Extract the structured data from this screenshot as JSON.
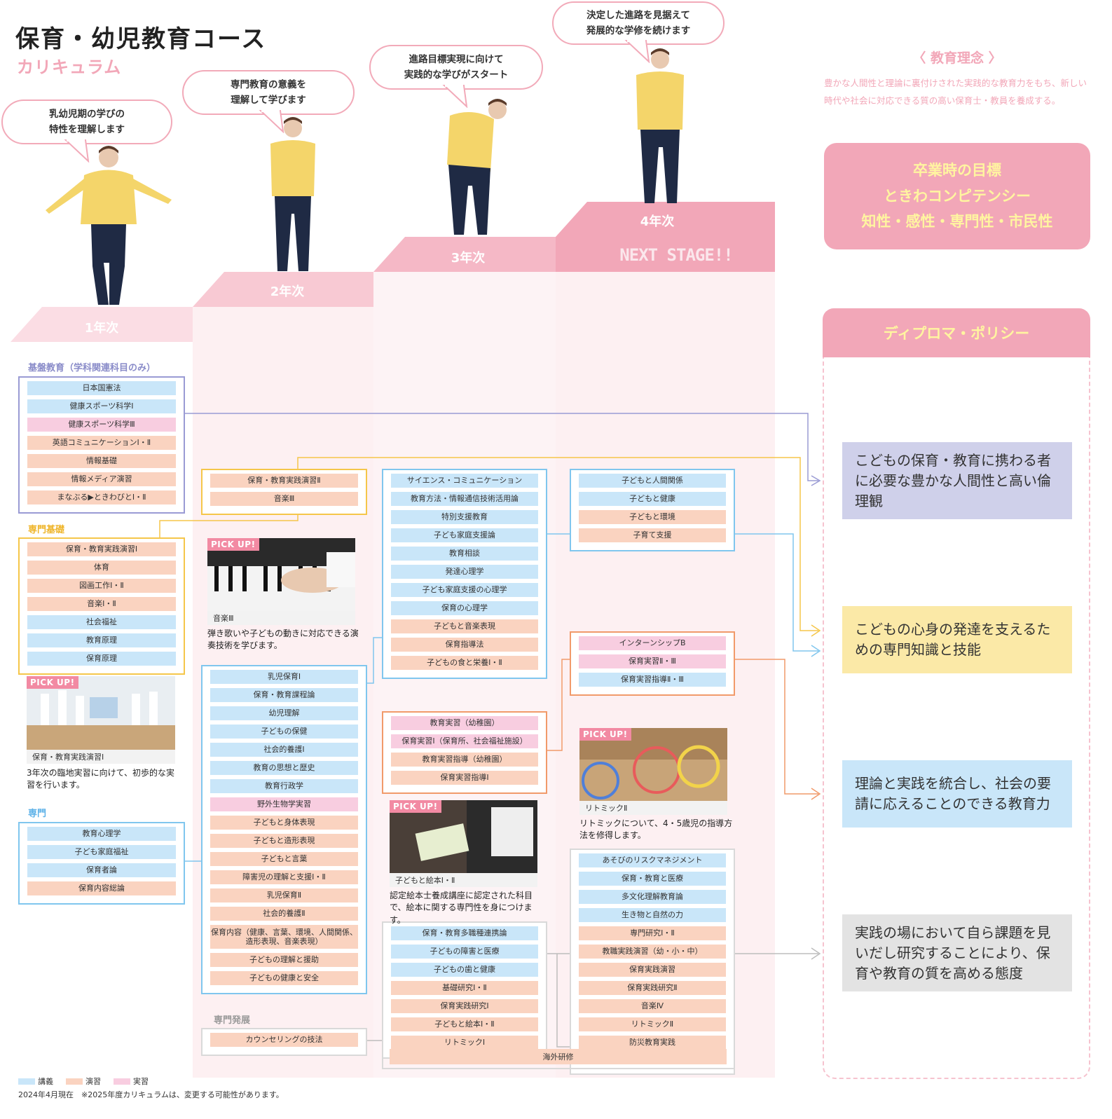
{
  "header": {
    "title": "保育・幼児教育コース",
    "subtitle": "カリキュラム"
  },
  "bubbles": [
    "乳幼児期の学びの\n特性を理解します",
    "専門教育の意義を\n理解して学びます",
    "進路目標実現に向けて\n実践的な学びがスタート",
    "決定した進路を見据えて\n発展的な学修を続けます"
  ],
  "steps": [
    "1年次",
    "2年次",
    "3年次",
    "4年次"
  ],
  "next_stage": "NEXT STAGE!!",
  "philosophy": {
    "title": "〈 教育理念 〉",
    "text": "豊かな人間性と理論に裏付けされた実践的な教育力をもち、新しい時代や社会に対応できる質の高い保育士・教員を養成する。"
  },
  "graduation_goal": {
    "line1": "卒業時の目標",
    "line2": "ときわコンピテンシー",
    "line3": "知性・感性・専門性・市民性"
  },
  "diploma_policy": {
    "title": "ディプロマ・ポリシー",
    "items": [
      "こどもの保育・教育に携わる者に必要な豊かな人間性と高い倫理観",
      "こどもの心身の発達を支えるための専門知識と技能",
      "理論と実践を統合し、社会の要請に応えることのできる教育力",
      "実践の場において自ら課題を見いだし研究することにより、保育や教育の質を高める態度"
    ]
  },
  "sections": {
    "kiban": "基盤教育（学科関連科目のみ）",
    "senmon_kiso": "専門基礎",
    "senmon": "専門",
    "senmon_hatten": "専門発展"
  },
  "boxes": {
    "kiban_y1": [
      {
        "t": "日本国憲法",
        "k": "lec"
      },
      {
        "t": "健康スポーツ科学Ⅰ",
        "k": "lec"
      },
      {
        "t": "健康スポーツ科学Ⅲ",
        "k": "intern"
      },
      {
        "t": "英語コミュニケーションⅠ・Ⅱ",
        "k": "prac"
      },
      {
        "t": "情報基礎",
        "k": "prac"
      },
      {
        "t": "情報メディア演習",
        "k": "prac"
      },
      {
        "t": "まなぶる▶ときわびとⅠ・Ⅱ",
        "k": "prac"
      }
    ],
    "kiso_y1": [
      {
        "t": "保育・教育実践演習Ⅰ",
        "k": "prac"
      },
      {
        "t": "体育",
        "k": "prac"
      },
      {
        "t": "図画工作Ⅰ・Ⅱ",
        "k": "prac"
      },
      {
        "t": "音楽Ⅰ・Ⅱ",
        "k": "prac"
      },
      {
        "t": "社会福祉",
        "k": "lec"
      },
      {
        "t": "教育原理",
        "k": "lec"
      },
      {
        "t": "保育原理",
        "k": "lec"
      }
    ],
    "senmon_y1": [
      {
        "t": "教育心理学",
        "k": "lec"
      },
      {
        "t": "子ども家庭福祉",
        "k": "lec"
      },
      {
        "t": "保育者論",
        "k": "lec"
      },
      {
        "t": "保育内容総論",
        "k": "prac"
      }
    ],
    "kiso_y2": [
      {
        "t": "保育・教育実践演習Ⅱ",
        "k": "prac"
      },
      {
        "t": "音楽Ⅲ",
        "k": "prac"
      }
    ],
    "senmon_y2": [
      {
        "t": "乳児保育Ⅰ",
        "k": "lec"
      },
      {
        "t": "保育・教育課程論",
        "k": "lec"
      },
      {
        "t": "幼児理解",
        "k": "lec"
      },
      {
        "t": "子どもの保健",
        "k": "lec"
      },
      {
        "t": "社会的養護Ⅰ",
        "k": "lec"
      },
      {
        "t": "教育の思想と歴史",
        "k": "lec"
      },
      {
        "t": "教育行政学",
        "k": "lec"
      },
      {
        "t": "野外生物学実習",
        "k": "intern"
      },
      {
        "t": "子どもと身体表現",
        "k": "prac"
      },
      {
        "t": "子どもと造形表現",
        "k": "prac"
      },
      {
        "t": "子どもと言葉",
        "k": "prac"
      },
      {
        "t": "障害児の理解と支援Ⅰ・Ⅱ",
        "k": "prac"
      },
      {
        "t": "乳児保育Ⅱ",
        "k": "prac"
      },
      {
        "t": "社会的養護Ⅱ",
        "k": "prac"
      },
      {
        "t": "保育内容（健康、言葉、環境、人間関係、造形表現、音楽表現）",
        "k": "prac",
        "tall": true
      },
      {
        "t": "子どもの理解と援助",
        "k": "prac"
      },
      {
        "t": "子どもの健康と安全",
        "k": "prac"
      }
    ],
    "hatten_y2": [
      {
        "t": "カウンセリングの技法",
        "k": "prac"
      }
    ],
    "senmon_y3": [
      {
        "t": "サイエンス・コミュニケーション",
        "k": "lec"
      },
      {
        "t": "教育方法・情報通信技術活用論",
        "k": "lec"
      },
      {
        "t": "特別支援教育",
        "k": "lec"
      },
      {
        "t": "子ども家庭支援論",
        "k": "lec"
      },
      {
        "t": "教育相談",
        "k": "lec"
      },
      {
        "t": "発達心理学",
        "k": "lec"
      },
      {
        "t": "子ども家庭支援の心理学",
        "k": "lec"
      },
      {
        "t": "保育の心理学",
        "k": "lec"
      },
      {
        "t": "子どもと音楽表現",
        "k": "prac"
      },
      {
        "t": "保育指導法",
        "k": "prac"
      },
      {
        "t": "子どもの食と栄養Ⅰ・Ⅱ",
        "k": "prac"
      }
    ],
    "jisshu_y3": [
      {
        "t": "教育実習（幼稚園）",
        "k": "intern"
      },
      {
        "t": "保育実習Ⅰ（保育所、社会福祉施設）",
        "k": "intern"
      },
      {
        "t": "教育実習指導（幼稚園）",
        "k": "prac"
      },
      {
        "t": "保育実習指導Ⅰ",
        "k": "prac"
      }
    ],
    "hatten_y3": [
      {
        "t": "保育・教育多職種連携論",
        "k": "lec"
      },
      {
        "t": "子どもの障害と医療",
        "k": "lec"
      },
      {
        "t": "子どもの歯と健康",
        "k": "lec"
      },
      {
        "t": "基礎研究Ⅰ・Ⅱ",
        "k": "prac"
      },
      {
        "t": "保育実践研究Ⅰ",
        "k": "prac"
      },
      {
        "t": "子どもと絵本Ⅰ・Ⅱ",
        "k": "prac"
      },
      {
        "t": "リトミックⅠ",
        "k": "prac"
      }
    ],
    "overseas": "海外研修",
    "senmon_y4": [
      {
        "t": "子どもと人間関係",
        "k": "lec"
      },
      {
        "t": "子どもと健康",
        "k": "lec"
      },
      {
        "t": "子どもと環境",
        "k": "prac"
      },
      {
        "t": "子育て支援",
        "k": "prac"
      }
    ],
    "jisshu_y4": [
      {
        "t": "インターンシップB",
        "k": "intern"
      },
      {
        "t": "保育実習Ⅱ・Ⅲ",
        "k": "intern"
      },
      {
        "t": "保育実習指導Ⅱ・Ⅲ",
        "k": "lec"
      }
    ],
    "hatten_y4": [
      {
        "t": "あそびのリスクマネジメント",
        "k": "lec"
      },
      {
        "t": "保育・教育と医療",
        "k": "lec"
      },
      {
        "t": "多文化理解教育論",
        "k": "lec"
      },
      {
        "t": "生き物と自然の力",
        "k": "lec"
      },
      {
        "t": "専門研究Ⅰ・Ⅱ",
        "k": "prac"
      },
      {
        "t": "教職実践演習（幼・小・中）",
        "k": "prac"
      },
      {
        "t": "保育実践演習",
        "k": "prac"
      },
      {
        "t": "保育実践研究Ⅱ",
        "k": "prac"
      },
      {
        "t": "音楽Ⅳ",
        "k": "prac"
      },
      {
        "t": "リトミックⅡ",
        "k": "prac"
      },
      {
        "t": "防災教育実践",
        "k": "prac"
      }
    ]
  },
  "pickups": [
    {
      "badge": "PICK UP!",
      "caption": "保育・教育実践演習Ⅰ",
      "desc": "3年次の臨地実習に向けて、初歩的な実習を行います。"
    },
    {
      "badge": "PICK UP!",
      "caption": "音楽Ⅲ",
      "desc": "弾き歌いや子どもの動きに対応できる演奏技術を学びます。"
    },
    {
      "badge": "PICK UP!",
      "caption": "子どもと絵本Ⅰ・Ⅱ",
      "desc": "認定絵本士養成講座に認定された科目で、絵本に関する専門性を身につけます。"
    },
    {
      "badge": "PICK UP!",
      "caption": "リトミックⅡ",
      "desc": "リトミックについて、4・5歳児の指導方法を修得します。"
    }
  ],
  "legend": {
    "lecture": "講義",
    "exercise": "演習",
    "practicum": "実習"
  },
  "footnote": "2024年4月現在　※2025年度カリキュラムは、変更する可能性があります。",
  "colors": {
    "pink": "#f2a7b8",
    "lecture": "#c9e6f9",
    "exercise": "#fad3c0",
    "practicum": "#f8cde0"
  }
}
